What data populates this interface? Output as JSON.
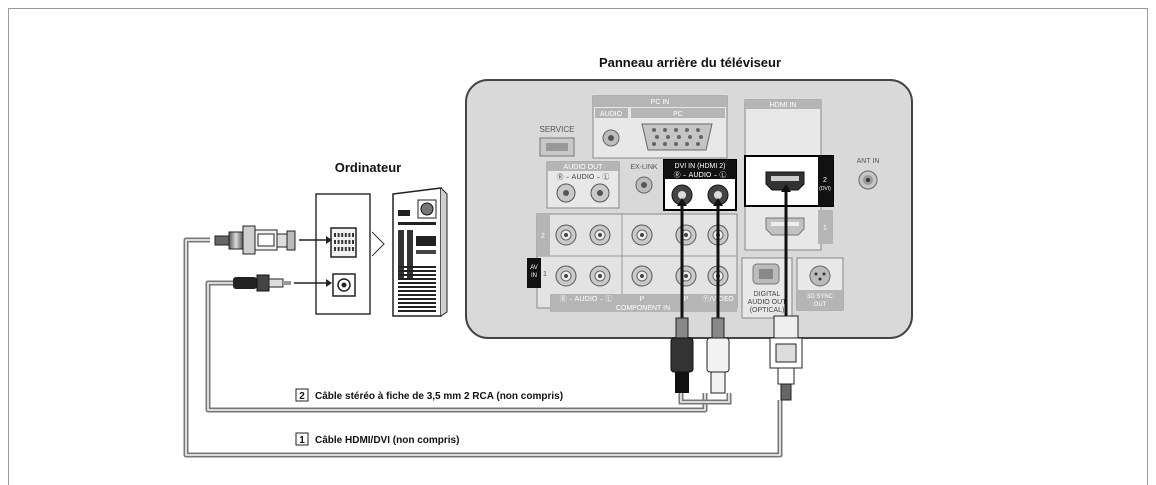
{
  "titles": {
    "tv_back_panel": "Panneau arrière du téléviseur",
    "computer": "Ordinateur"
  },
  "panel_labels": {
    "service": "SERVICE",
    "pc_in": "PC IN",
    "audio": "AUDIO",
    "pc": "PC",
    "hdmi_in": "HDMI IN",
    "ant_in": "ANT IN",
    "audio_out": "AUDIO OUT",
    "audio_out_channels": "Ⓡ – AUDIO – Ⓛ",
    "ex_link": "EX-LINK",
    "dvi_in": "DVI IN (HDMI 2)",
    "dvi_channels": "Ⓡ – AUDIO – Ⓛ",
    "hdmi_port_2": "2",
    "hdmi_port_2_sub": "(DVI)",
    "hdmi_port_1": "1",
    "av_row_2": "2",
    "av_in": "AV",
    "av_in_sub": "IN",
    "av_row_1": "1",
    "audio_bottom": "Ⓡ – AUDIO – Ⓛ",
    "pb_label": "P",
    "pr_label": "P",
    "video_label": "Ⓨ/VIDEO",
    "component_in": "COMPONENT IN",
    "digital_audio_line1": "DIGITAL",
    "digital_audio_line2": "AUDIO OUT",
    "digital_audio_line3": "(OPTICAL)",
    "sync_line1": "3D SYNC",
    "sync_line2": "OUT"
  },
  "cables": [
    {
      "number": "2",
      "label": "Câble stéréo à fiche de 3,5 mm 2 RCA (non compris)"
    },
    {
      "number": "1",
      "label": "Câble HDMI/DVI (non compris)"
    }
  ]
}
